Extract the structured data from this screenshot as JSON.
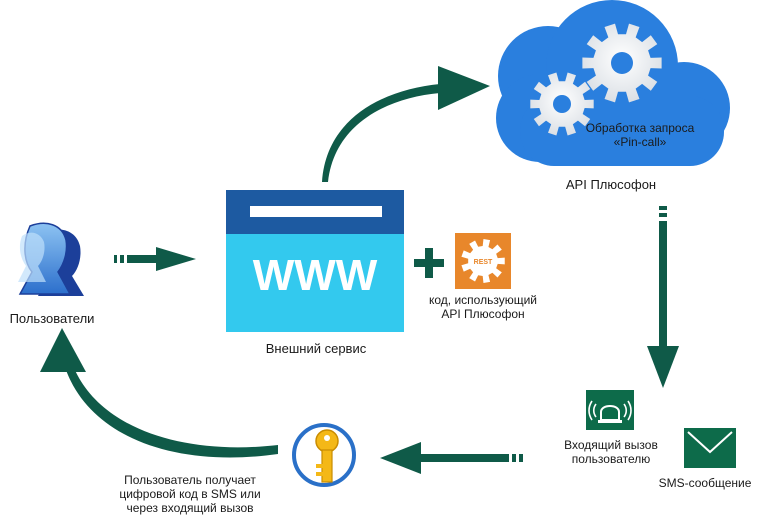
{
  "labels": {
    "users": "Пользователи",
    "external_service": "Внешний сервис",
    "code_line1": "код, использующий",
    "code_line2": "API Плюсофон",
    "cloud_line1": "Обработка запроса",
    "cloud_line2": "«Pin-call»",
    "api": "API Плюсофон",
    "incoming_line1": "Входящий вызов",
    "incoming_line2": "пользователю",
    "sms": "SMS-сообщение",
    "receive_line1": "Пользователь получает",
    "receive_line2": "цифровой код в SMS или",
    "receive_line3": "через входящий вызов"
  },
  "icons": {
    "www_text": "WWW",
    "rest_text": "REST"
  },
  "colors": {
    "arrow": "#0f5a48",
    "cloud": "#2a7fde",
    "browser_body": "#33c9ee",
    "browser_bar": "#1d5aa1",
    "rest_bg": "#e8872b",
    "incoming_bg": "#0d6b4a",
    "sms_bg": "#0d6b4a",
    "key_ring": "#2a70c8",
    "key_body": "#f4b817"
  }
}
